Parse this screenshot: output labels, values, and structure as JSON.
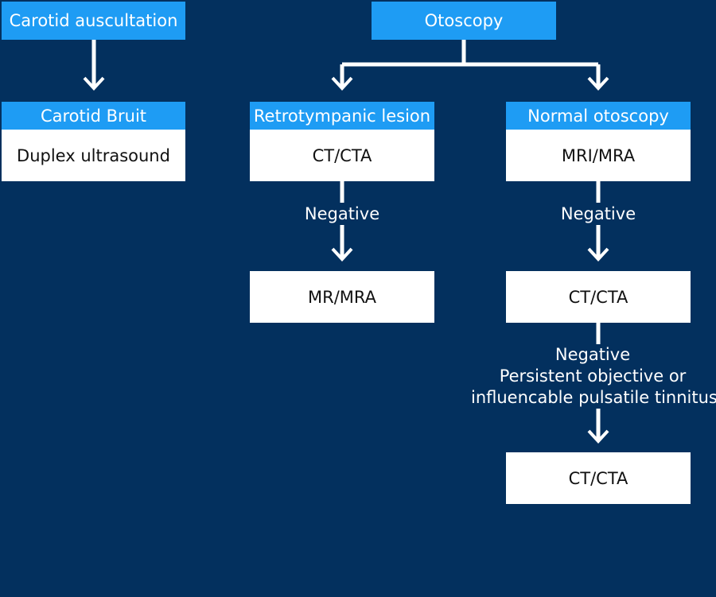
{
  "colors": {
    "background": "#03305e",
    "header": "#1e9cf4",
    "box": "#ffffff",
    "connector": "#ffffff"
  },
  "left": {
    "root": "Carotid auscultation",
    "finding": "Carotid Bruit",
    "test": "Duplex ultrasound"
  },
  "right": {
    "root": "Otoscopy",
    "branch_a": {
      "finding": "Retrotympanic lesion",
      "test": "CT/CTA",
      "edge_label": "Negative",
      "next_test": "MR/MRA"
    },
    "branch_b": {
      "finding": "Normal otoscopy",
      "test": "MRI/MRA",
      "edge_label": "Negative",
      "next_test": "CT/CTA",
      "edge_label_2": [
        "Negative",
        "Persistent objective or",
        "influencable pulsatile tinnitus"
      ],
      "final_test": "CT/CTA"
    }
  }
}
